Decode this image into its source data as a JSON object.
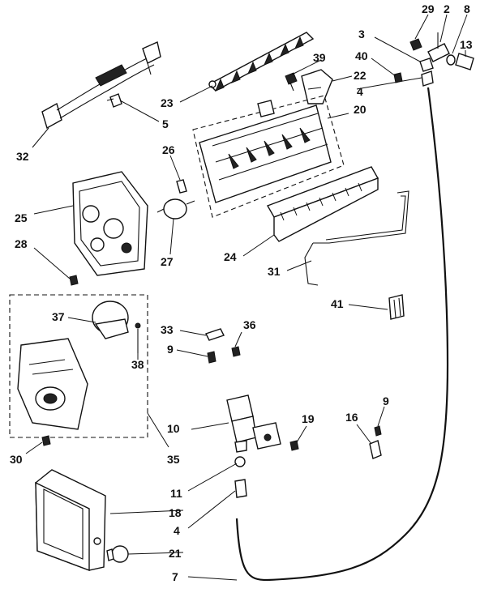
{
  "labels": {
    "l29": "29",
    "l2": "2",
    "l8": "8",
    "l3": "3",
    "l13": "13",
    "l39": "39",
    "l40": "40",
    "l22": "22",
    "l4a": "4",
    "l23": "23",
    "l20": "20",
    "l5": "5",
    "l32": "32",
    "l26": "26",
    "l25": "25",
    "l28": "28",
    "l27": "27",
    "l24": "24",
    "l31": "31",
    "l41": "41",
    "l37": "37",
    "l33": "33",
    "l36": "36",
    "l9a": "9",
    "l38": "38",
    "l10": "10",
    "l19": "19",
    "l9b": "9",
    "l16": "16",
    "l30": "30",
    "l35": "35",
    "l11": "11",
    "l18": "18",
    "l4b": "4",
    "l21": "21",
    "l7": "7"
  }
}
